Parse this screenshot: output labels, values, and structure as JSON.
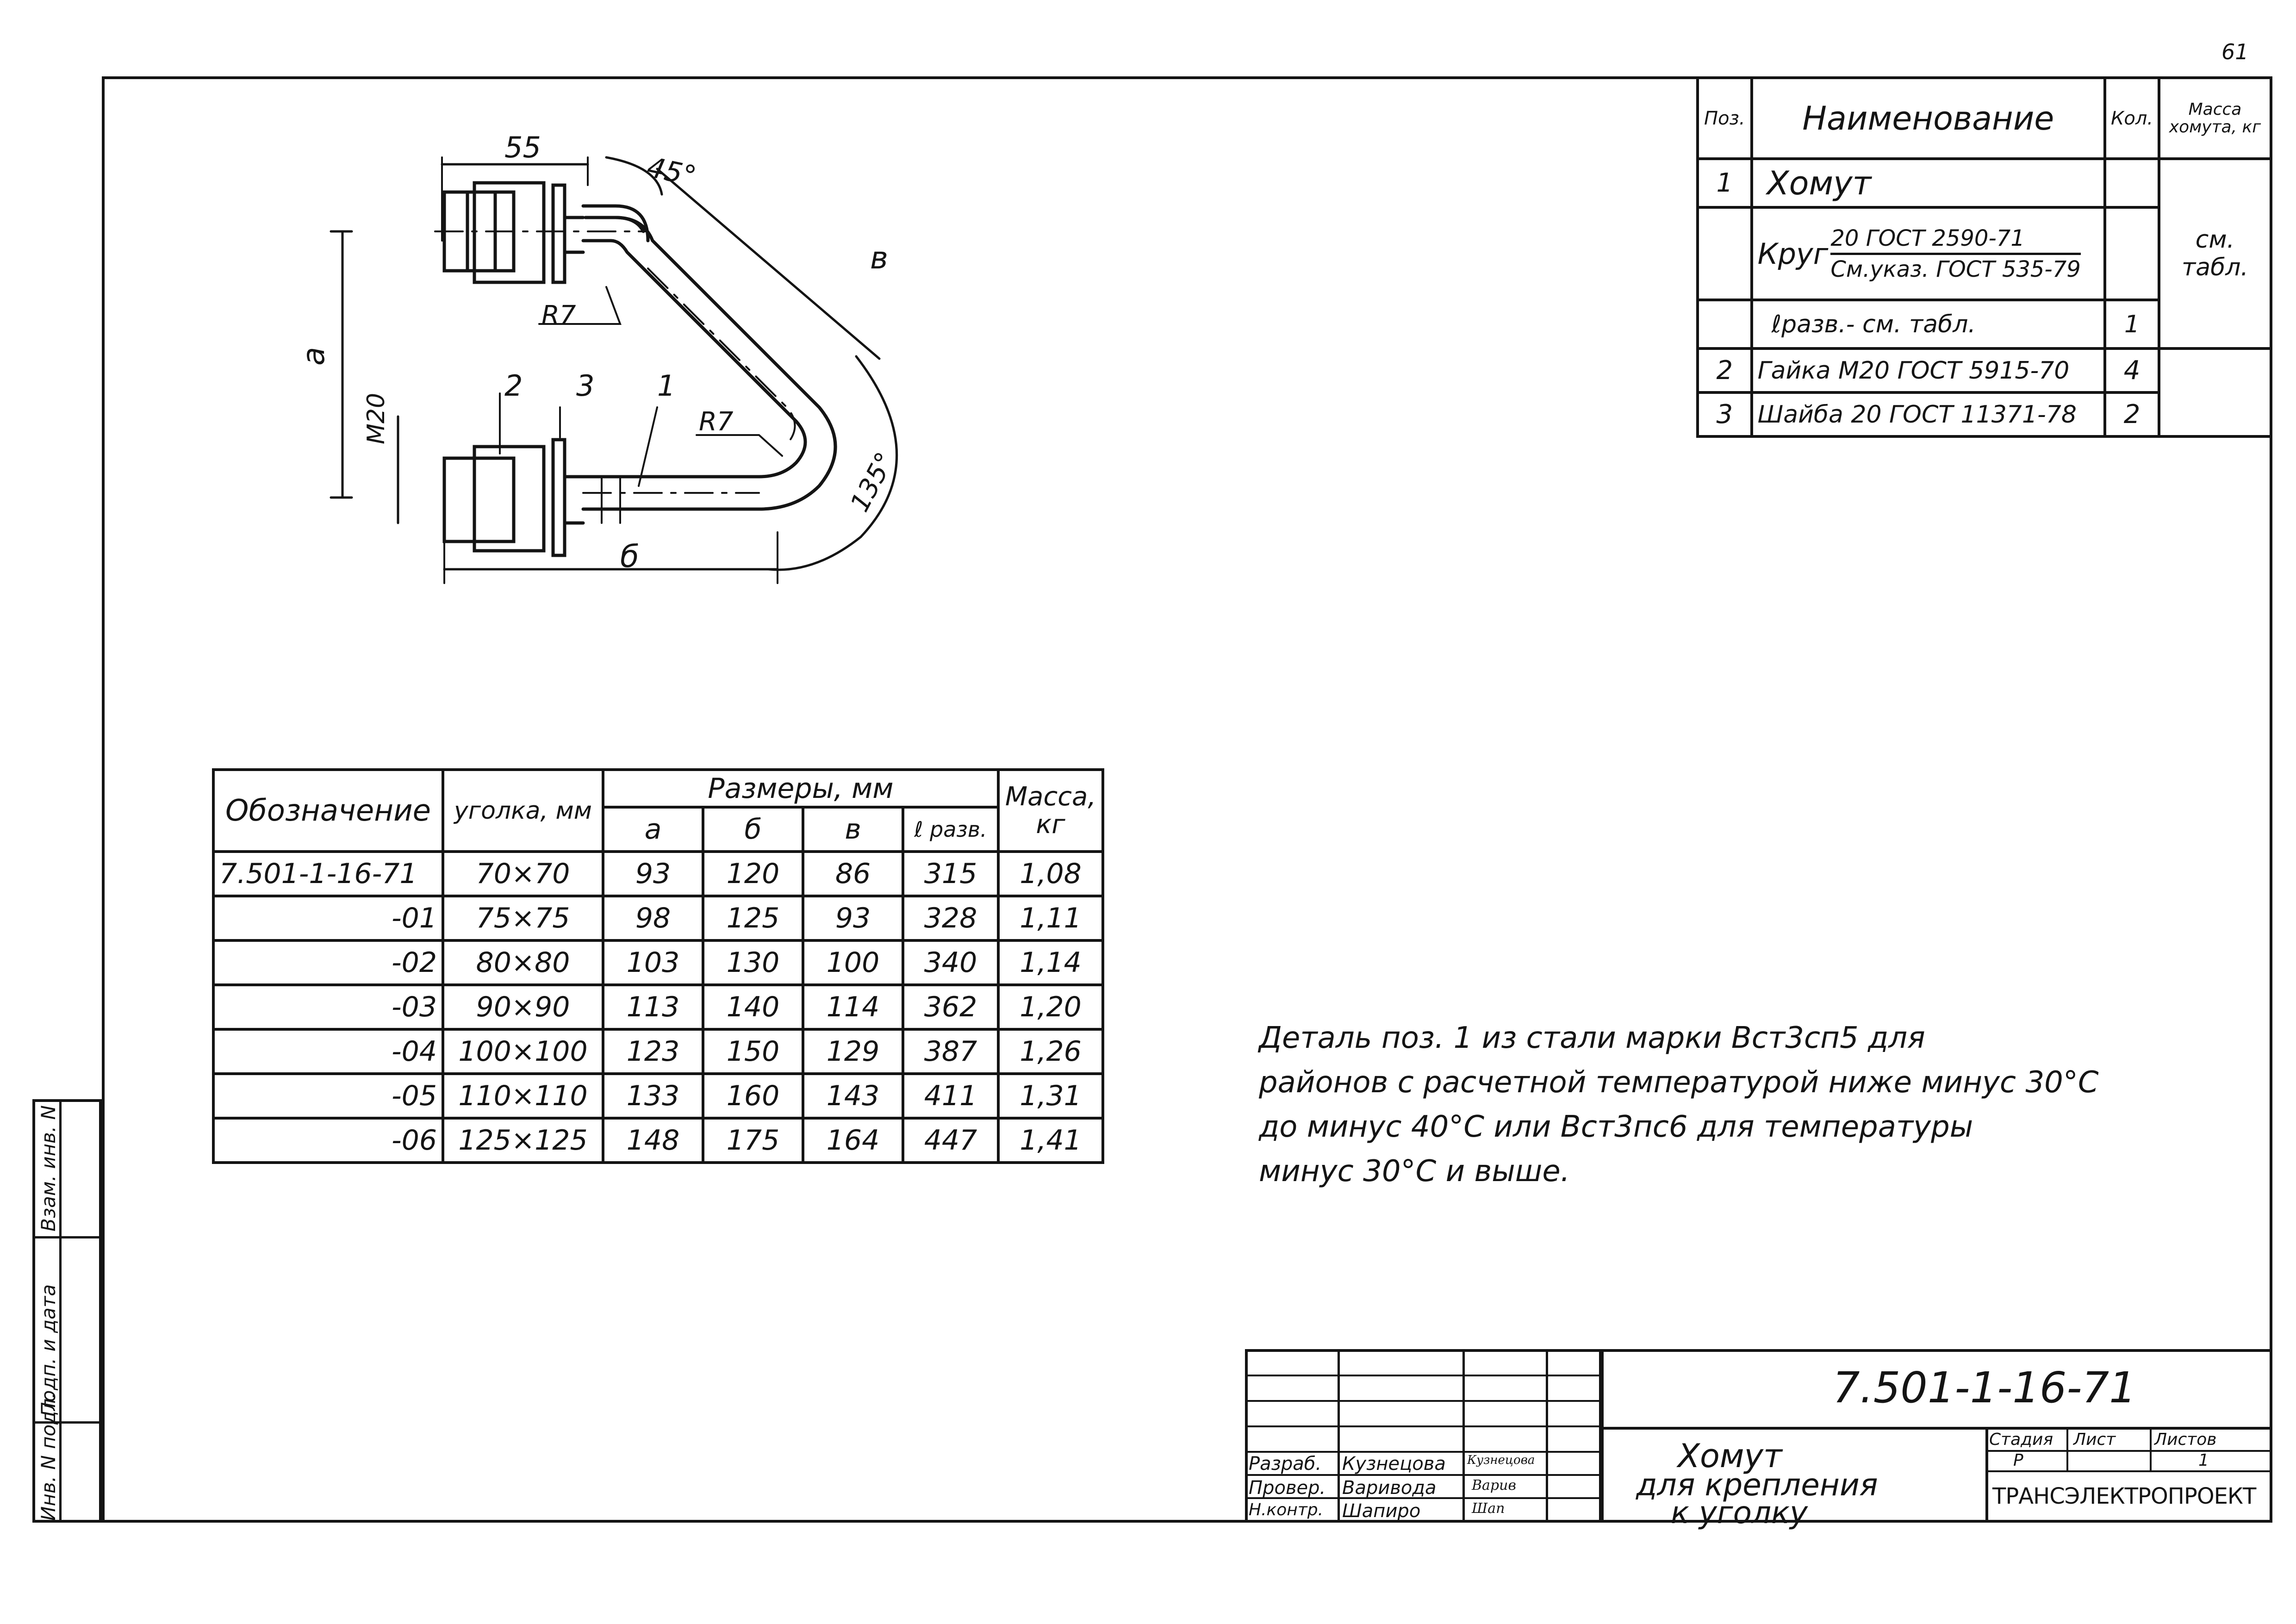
{
  "sheet_number": "61",
  "drawing": {
    "dim_55": "55",
    "angle_45": "45°",
    "angle_135": "135°",
    "dim_a": "a",
    "dim_b": "б",
    "dim_v": "в",
    "thread": "M20",
    "radius_top": "R7",
    "radius_bottom": "R7",
    "callout_2": "2",
    "callout_3": "3",
    "callout_1": "1"
  },
  "spec": {
    "headers": {
      "pos": "Поз.",
      "name": "Наименование",
      "qty": "Кол.",
      "mass": "Масса хомута, кг"
    },
    "rows": [
      {
        "pos": "1",
        "name": "Хомут",
        "qty": "",
        "mass": ""
      },
      {
        "pos": "",
        "name_prefix": "Круг",
        "name_num": "20   ГОСТ 2590-71",
        "name_den": "См.указ. ГОСТ 535-79",
        "qty": "",
        "mass": "см. табл."
      },
      {
        "pos": "",
        "name": "ℓразв.- см. табл.",
        "qty": "1",
        "mass": ""
      },
      {
        "pos": "2",
        "name": "Гайка М20  ГОСТ 5915-70",
        "qty": "4",
        "mass": ""
      },
      {
        "pos": "3",
        "name": "Шайба 20 ГОСТ 11371-78",
        "qty": "2",
        "mass": ""
      }
    ]
  },
  "dims_table": {
    "header_designation": "Обозначение",
    "header_angle": "уголка, мм",
    "header_sizes": "Размеры, мм",
    "header_mass": "Масса, кг",
    "sub_a": "а",
    "sub_b": "б",
    "sub_v": "в",
    "sub_l": "ℓ разв.",
    "rows": [
      {
        "des": "7.501-1-16-71",
        "angle": "70×70",
        "a": "93",
        "b": "120",
        "v": "86",
        "l": "315",
        "m": "1,08"
      },
      {
        "des": "-01",
        "angle": "75×75",
        "a": "98",
        "b": "125",
        "v": "93",
        "l": "328",
        "m": "1,11"
      },
      {
        "des": "-02",
        "angle": "80×80",
        "a": "103",
        "b": "130",
        "v": "100",
        "l": "340",
        "m": "1,14"
      },
      {
        "des": "-03",
        "angle": "90×90",
        "a": "113",
        "b": "140",
        "v": "114",
        "l": "362",
        "m": "1,20"
      },
      {
        "des": "-04",
        "angle": "100×100",
        "a": "123",
        "b": "150",
        "v": "129",
        "l": "387",
        "m": "1,26"
      },
      {
        "des": "-05",
        "angle": "110×110",
        "a": "133",
        "b": "160",
        "v": "143",
        "l": "411",
        "m": "1,31"
      },
      {
        "des": "-06",
        "angle": "125×125",
        "a": "148",
        "b": "175",
        "v": "164",
        "l": "447",
        "m": "1,41"
      }
    ]
  },
  "note": {
    "line1": "Деталь поз. 1 из стали марки Вст3сп5 для",
    "line2": "районов с расчетной температурой ниже минус 30°С",
    "line3": "до минус 40°С  или Вст3пс6 для температуры",
    "line4": "минус 30°С и выше."
  },
  "title_block": {
    "code": "7.501-1-16-71",
    "title1": "Хомут",
    "title2": "для крепления",
    "title3": "к уголку",
    "stage_label": "Стадия",
    "sheet_label": "Лист",
    "sheets_label": "Листов",
    "stage": "Р",
    "sheets": "1",
    "org": "ТРАНСЭЛЕКТРОПРОЕКТ",
    "roles": [
      {
        "role": "Разраб.",
        "name": "Кузнецова",
        "sign": "Кузнецова"
      },
      {
        "role": "Провер.",
        "name": "Варивода",
        "sign": "Варив"
      },
      {
        "role": "Н.контр.",
        "name": "Шапиро",
        "sign": "Шап"
      }
    ]
  },
  "side_stamp": {
    "inv_orig": "Инв. N подл.",
    "sign_date": "Подп. и дата",
    "inv_instead": "Взам. инв. N"
  }
}
